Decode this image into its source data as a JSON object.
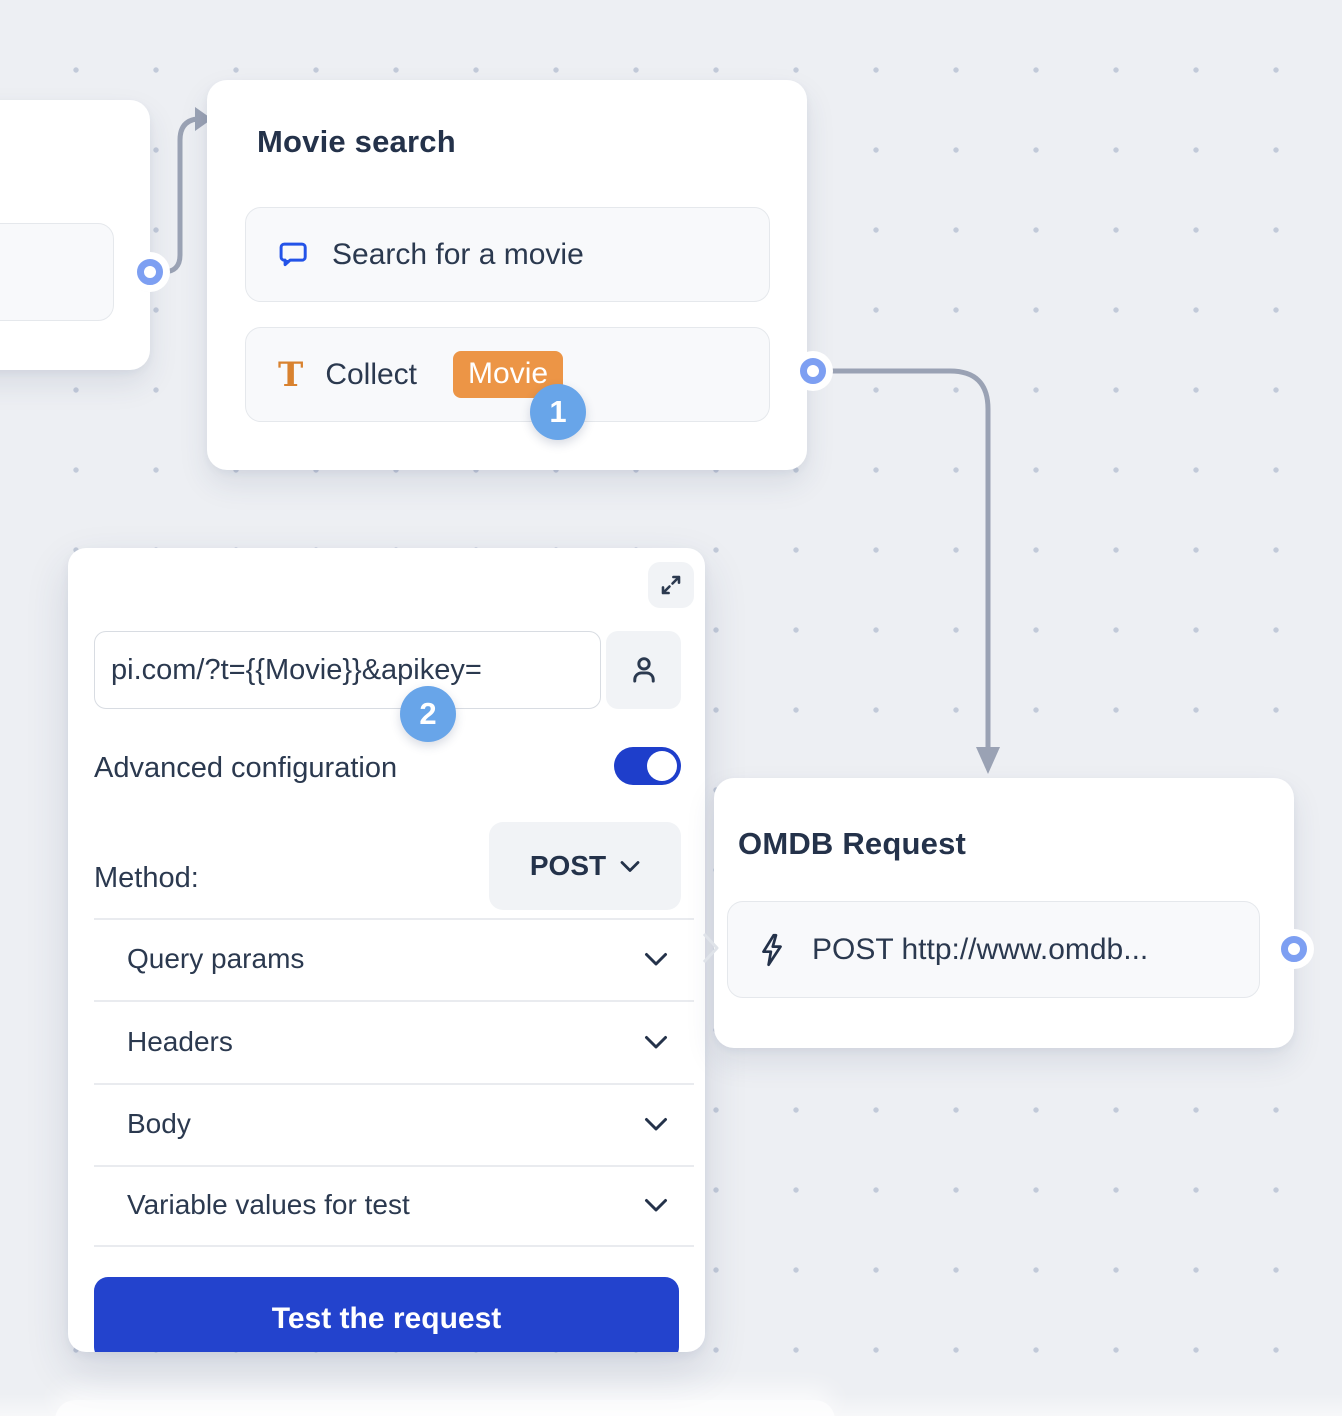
{
  "colors": {
    "background": "#edeff3",
    "dot_grid": "#c2cad9",
    "accent_button_blue": "#2343cd",
    "toggle_blue": "#1e3ecb",
    "step_badge_blue": "#68a5e9",
    "port_blue": "#7d9ff2",
    "connector_gray": "#9aa2b4",
    "icon_bubble_blue": "#2353e8",
    "icon_text_orange": "#d9822f",
    "variable_badge_orange": "#ec9546",
    "text_dark": "#25334d"
  },
  "icons": {
    "collect_glyph": "T"
  },
  "nodes": {
    "movie_search": {
      "title": "Movie search",
      "steps": [
        {
          "label": "Search for a movie"
        },
        {
          "label": "Collect",
          "variable_badge": "Movie"
        }
      ]
    },
    "omdb_request": {
      "title": "OMDB Request",
      "steps": [
        {
          "label": "POST http://www.omdb..."
        }
      ]
    }
  },
  "webhook_panel": {
    "url_value": "pi.com/?t={{Movie}}&apikey=",
    "advanced_label": "Advanced configuration",
    "method_label": "Method:",
    "method_value": "POST",
    "sections": [
      "Query params",
      "Headers",
      "Body",
      "Variable values for test"
    ],
    "test_button": "Test the request"
  },
  "annotations": {
    "step1": "1",
    "step2": "2"
  }
}
